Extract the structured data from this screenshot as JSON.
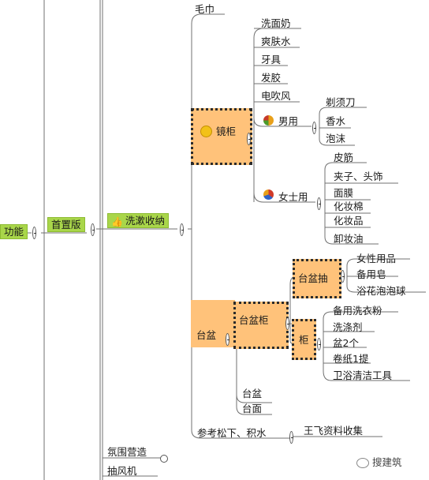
{
  "root": {
    "label": "功能"
  },
  "level1": {
    "label": "首置版"
  },
  "level2": {
    "label": "洗漱收纳"
  },
  "mirror_cabinet": {
    "label": "镜柜",
    "items": [
      "洗面奶",
      "爽肤水",
      "牙具",
      "发胶",
      "电吹风"
    ],
    "male": {
      "label": "男用",
      "items": [
        "剃须刀",
        "香水",
        "泡沫"
      ]
    },
    "female": {
      "label": "女士用",
      "items": [
        "皮筋",
        "夹子、头饰",
        "面膜",
        "化妆棉",
        "化妆品",
        "卸妆油"
      ]
    }
  },
  "towel": {
    "label": "毛巾"
  },
  "basin": {
    "label": "台盆",
    "basin_cabinet": {
      "label": "台盆柜",
      "drawer": {
        "label": "台盆抽",
        "items": [
          "女性用品",
          "备用皂",
          "浴花泡泡球"
        ]
      },
      "cabinet": {
        "label": "柜",
        "items": [
          "备用洗衣粉",
          "洗涤剂",
          "盆2个",
          "卷纸1提",
          "卫浴清洁工具"
        ]
      }
    },
    "items": [
      "台盆",
      "台面"
    ]
  },
  "reference": {
    "label": "参考松下、积水",
    "child": "王飞资料收集"
  },
  "atmosphere": {
    "label": "氛围营造"
  },
  "exhaust": {
    "label": "抽风机"
  },
  "watermark": {
    "label": "搜建筑"
  },
  "colors": {
    "green_node": "#a9d64a",
    "orange_node": "#ffc27a",
    "line": "#6a6a6a"
  }
}
